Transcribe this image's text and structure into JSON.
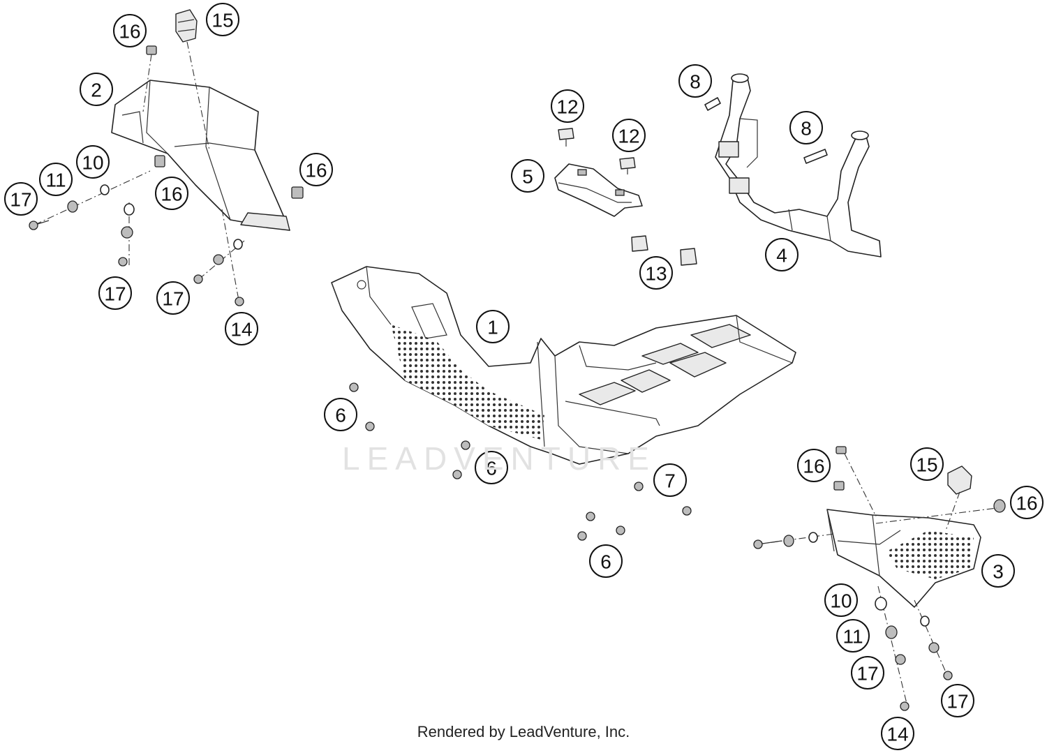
{
  "diagram": {
    "callouts": [
      {
        "id": "c-1",
        "label": "1"
      },
      {
        "id": "c-2",
        "label": "2"
      },
      {
        "id": "c-3",
        "label": "3"
      },
      {
        "id": "c-4",
        "label": "4"
      },
      {
        "id": "c-5",
        "label": "5"
      },
      {
        "id": "c-6a",
        "label": "6"
      },
      {
        "id": "c-6b",
        "label": "6"
      },
      {
        "id": "c-6c",
        "label": "6"
      },
      {
        "id": "c-7",
        "label": "7"
      },
      {
        "id": "c-8a",
        "label": "8"
      },
      {
        "id": "c-8b",
        "label": "8"
      },
      {
        "id": "c-10a",
        "label": "10"
      },
      {
        "id": "c-10b",
        "label": "10"
      },
      {
        "id": "c-11a",
        "label": "11"
      },
      {
        "id": "c-11b",
        "label": "11"
      },
      {
        "id": "c-12a",
        "label": "12"
      },
      {
        "id": "c-12b",
        "label": "12"
      },
      {
        "id": "c-13",
        "label": "13"
      },
      {
        "id": "c-14a",
        "label": "14"
      },
      {
        "id": "c-14b",
        "label": "14"
      },
      {
        "id": "c-15a",
        "label": "15"
      },
      {
        "id": "c-15b",
        "label": "15"
      },
      {
        "id": "c-16a",
        "label": "16"
      },
      {
        "id": "c-16b",
        "label": "16"
      },
      {
        "id": "c-16c",
        "label": "16"
      },
      {
        "id": "c-16d",
        "label": "16"
      },
      {
        "id": "c-16e",
        "label": "16"
      },
      {
        "id": "c-17a",
        "label": "17"
      },
      {
        "id": "c-17b",
        "label": "17"
      },
      {
        "id": "c-17c",
        "label": "17"
      },
      {
        "id": "c-17d",
        "label": "17"
      },
      {
        "id": "c-17e",
        "label": "17"
      }
    ],
    "watermark": "LEADVENTURE",
    "footer": "Rendered by LeadVenture, Inc."
  }
}
